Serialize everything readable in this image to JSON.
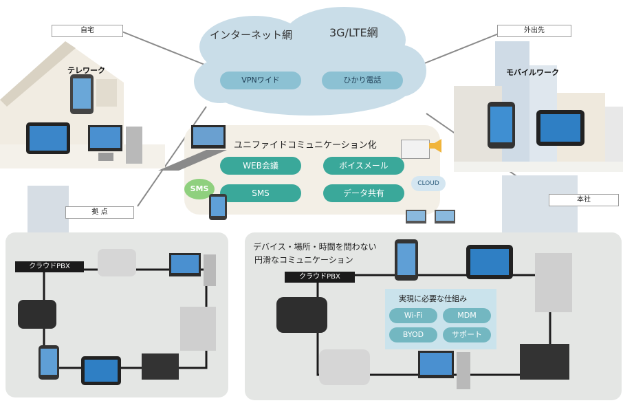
{
  "cloud": {
    "internet_label": "インターネット網",
    "lte_label": "3G/LTE網",
    "vpn_label": "VPNワイド",
    "hikari_label": "ひかり電話"
  },
  "locations": {
    "home": "自宅",
    "telework": "テレワーク",
    "away": "外出先",
    "mobile_work": "モバイルワーク",
    "branch": "拠 点",
    "hq": "本社"
  },
  "uc": {
    "title": "ユニファイドコミュニケーション化",
    "services": [
      "WEB会議",
      "ボイスメール",
      "SMS",
      "データ共有"
    ],
    "sms_badge": "SMS",
    "cloud_badge": "CLOUD"
  },
  "office_left": {
    "pbx_label": "クラウドPBX"
  },
  "office_right": {
    "headline_line1": "デバイス・場所・時間を問わない",
    "headline_line2": "円滑なコミュニケーション",
    "pbx_label": "クラウドPBX",
    "requirements_title": "実現に必要な仕組み",
    "requirements": [
      "Wi-Fi",
      "MDM",
      "BYOD",
      "サポート"
    ]
  },
  "colors": {
    "service_pill": "#3aa89a",
    "cloud": "#c9dde8",
    "panel": "#e4e6e4",
    "requirement_pill": "#73b7c1"
  }
}
